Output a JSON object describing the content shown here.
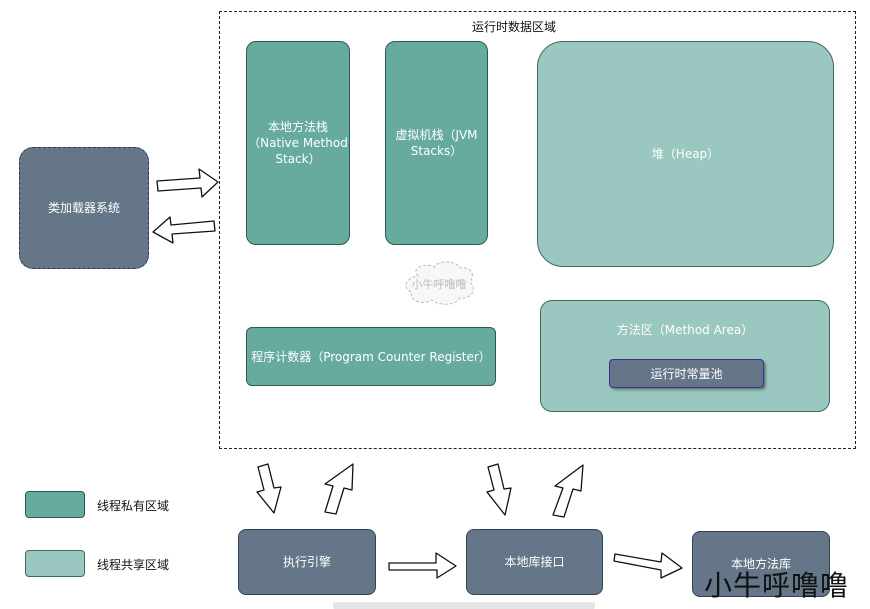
{
  "runtime_area": {
    "title": "运行时数据区域"
  },
  "blocks": {
    "native_method_stack": "本地方法栈\n（Native Method\nStack）",
    "jvm_stack": "虚拟机栈（JVM\nStacks）",
    "heap": "堆（Heap）",
    "program_counter": "程序计数器（Program Counter Register）",
    "method_area": "方法区（Method Area）",
    "constant_pool": "运行时常量池",
    "class_loader": "类加载器系统",
    "execution_engine": "执行引擎",
    "native_interface": "本地库接口",
    "native_library": "本地方法库"
  },
  "legend": {
    "private": "线程私有区域",
    "shared": "线程共享区域"
  },
  "watermark": {
    "cloud": "小牛呼噜噜",
    "signature": "小牛呼噜噜"
  },
  "colors": {
    "private": "#67ab9f",
    "shared": "#9ac7bf",
    "dark": "#647687"
  }
}
